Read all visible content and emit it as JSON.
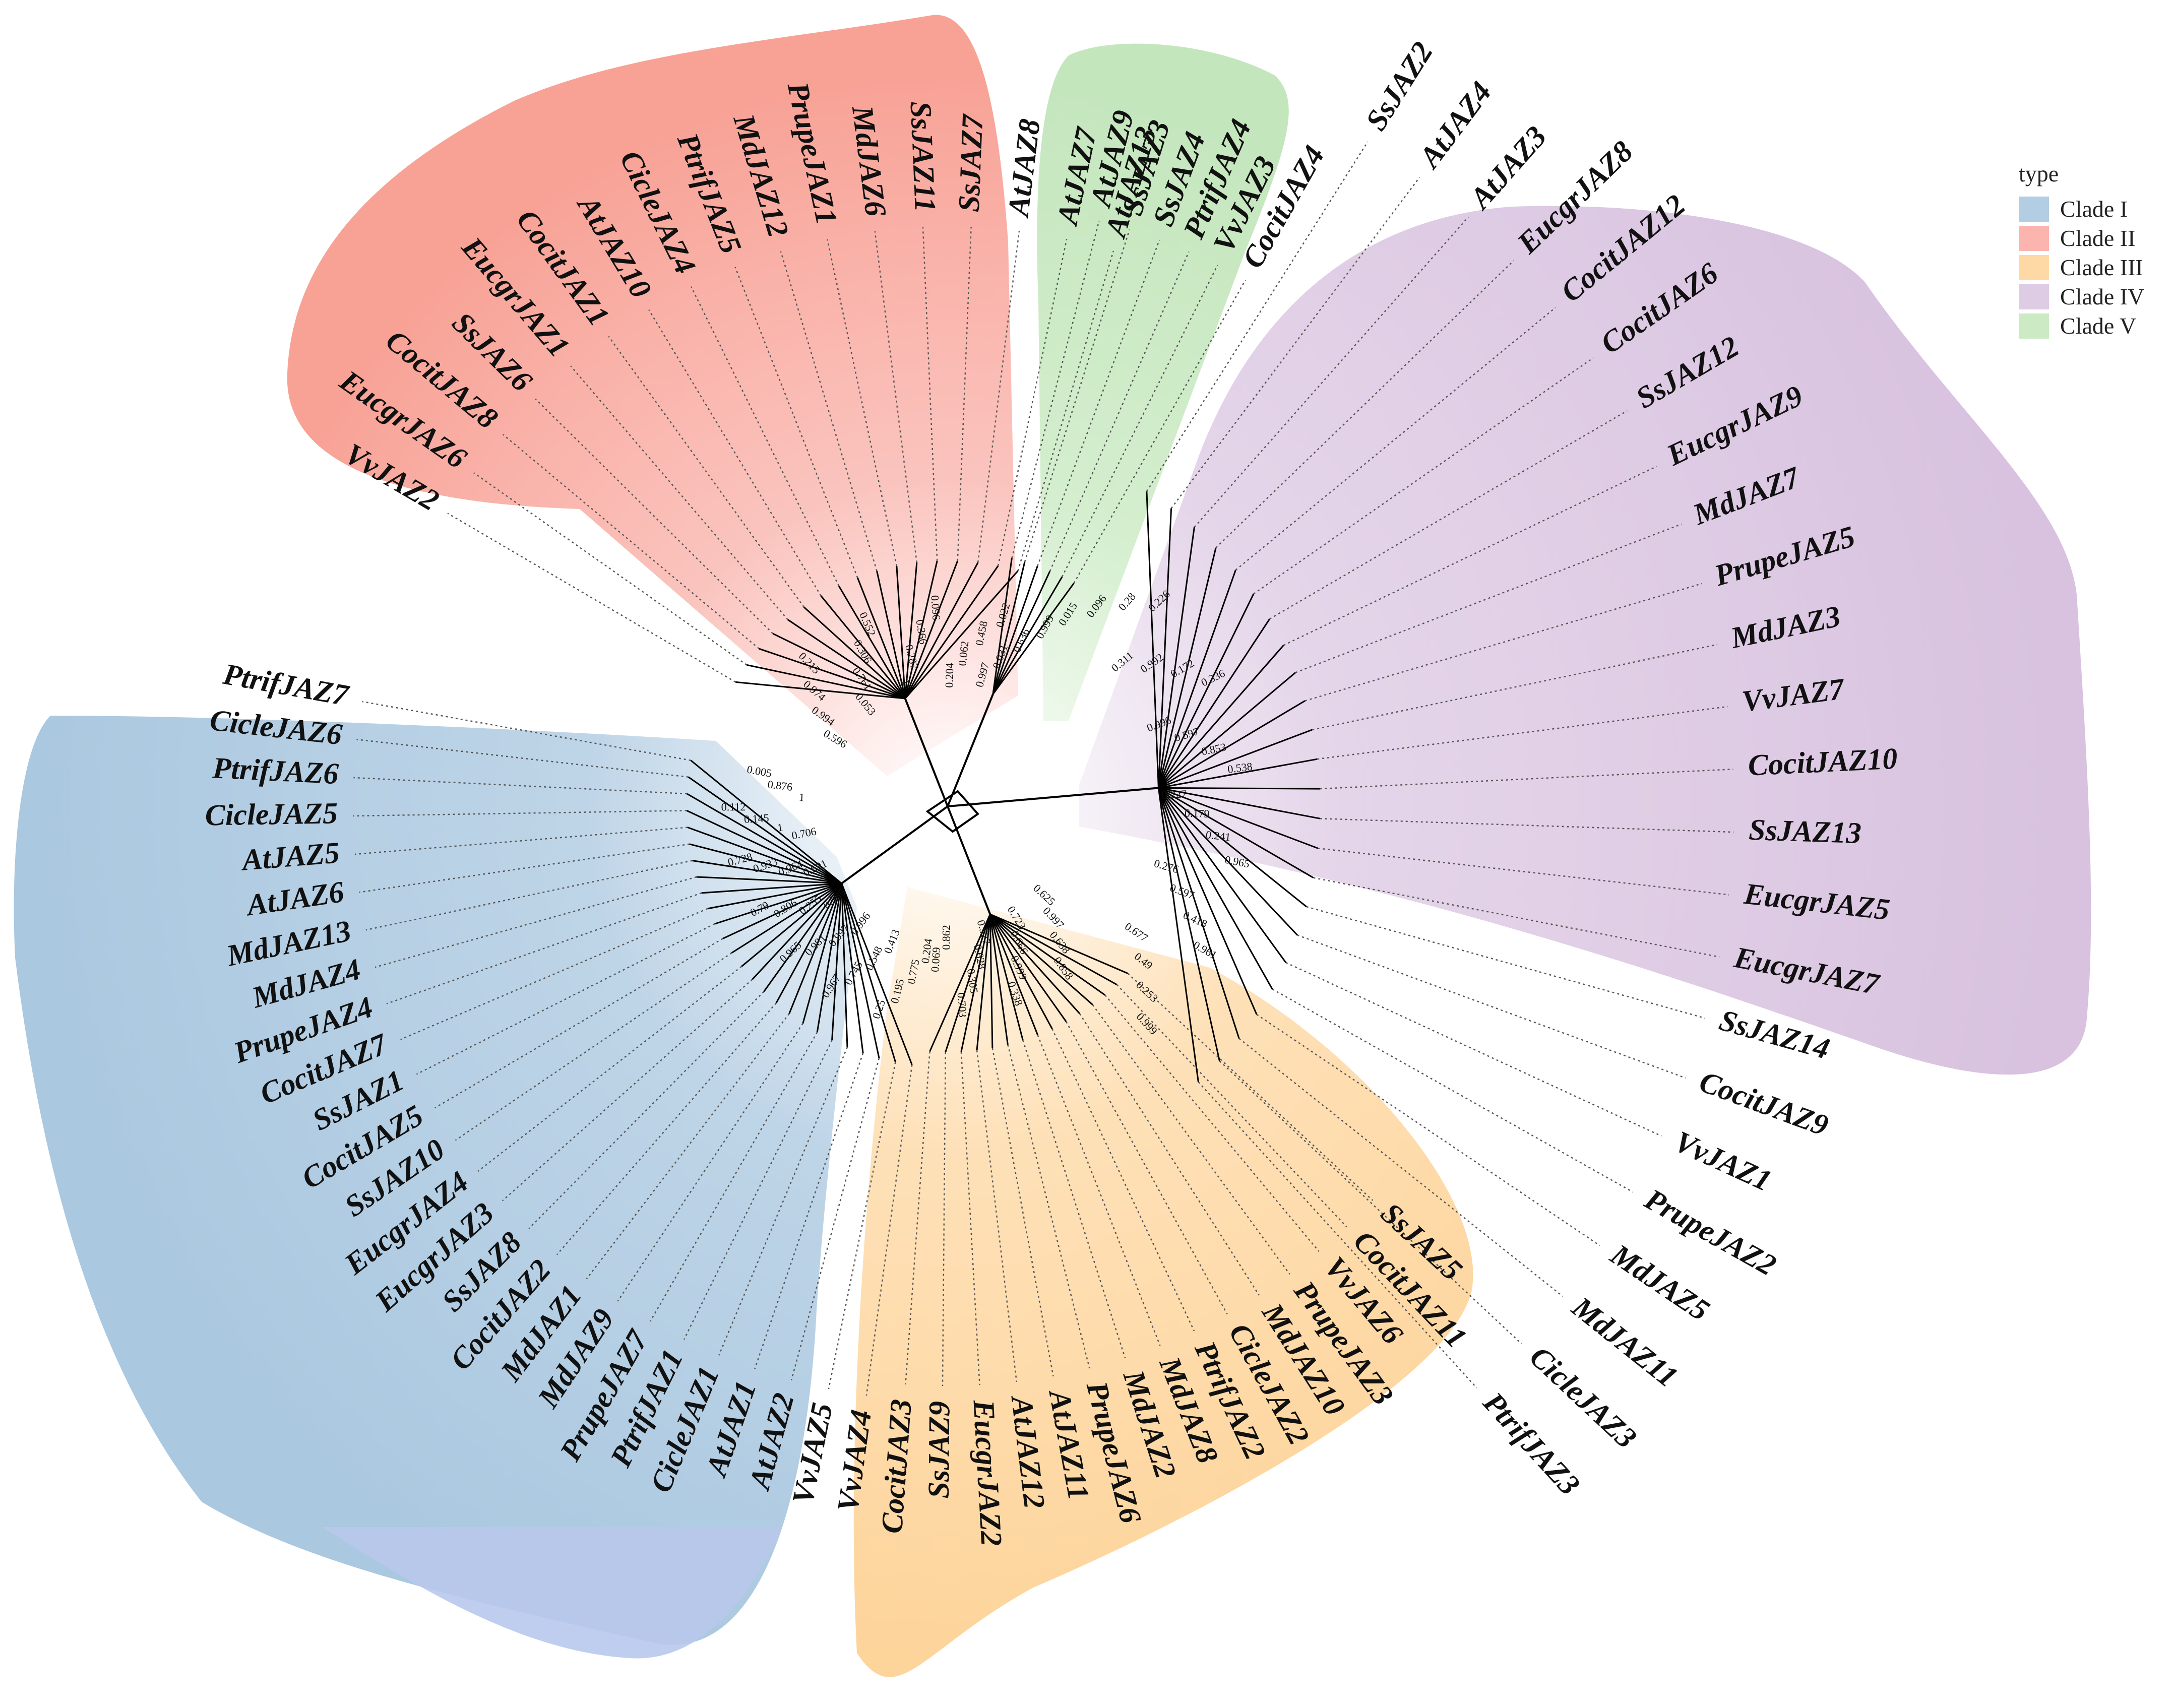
{
  "legend": {
    "title": "type",
    "items": [
      {
        "label": "Clade I",
        "color": "#b3cde3"
      },
      {
        "label": "Clade II",
        "color": "#fbb4ae"
      },
      {
        "label": "Clade III",
        "color": "#fed9a6"
      },
      {
        "label": "Clade IV",
        "color": "#decbe4"
      },
      {
        "label": "Clade V",
        "color": "#ccebc5"
      }
    ]
  },
  "clades": [
    {
      "name": "Clade II",
      "color": "#f8a8a0",
      "leaves": [
        "VvJAZ2",
        "EucgrJAZ6",
        "CocitJAZ8",
        "SsJAZ6",
        "EucgrJAZ1",
        "CocitJAZ1",
        "AtJAZ10",
        "CicleJAZ4",
        "PtrifJAZ5",
        "MdJAZ12",
        "PrupeJAZ1",
        "MdJAZ6",
        "SsJAZ11",
        "SsJAZ7",
        "AtJAZ8",
        "AtJAZ7",
        "AtJAZ13"
      ],
      "bootstrap": [
        "0.596",
        "0.994",
        "0.974",
        "0.215",
        "0.053",
        "0.761",
        "0.306",
        "0.552",
        "1",
        "0.287",
        "0.366",
        "0.096",
        "0.204",
        "0.062",
        "0.458",
        "0.022"
      ]
    },
    {
      "name": "Clade V",
      "color": "#c7e9c0",
      "leaves": [
        "AtJAZ9",
        "SsJAZ3",
        "SsJAZ4",
        "PtrifJAZ4",
        "VvJAZ3",
        "CocitJAZ4"
      ],
      "bootstrap": [
        "0.997",
        "0.031",
        "0.636",
        "0.999"
      ]
    },
    {
      "name": "Clade IV",
      "color": "#dcc8e2",
      "leaves": [
        "SsJAZ2",
        "AtJAZ4",
        "AtJAZ3",
        "EucgrJAZ8",
        "CocitJAZ12",
        "CocitJAZ6",
        "SsJAZ12",
        "EucgrJAZ9",
        "MdJAZ7",
        "PrupeJAZ5",
        "MdJAZ3",
        "VvJAZ7",
        "CocitJAZ10",
        "SsJAZ13",
        "EucgrJAZ5",
        "EucgrJAZ7",
        "SsJAZ14",
        "CocitJAZ9",
        "VvJAZ1",
        "PrupeJAZ2",
        "MdJAZ5",
        "MdJAZ11",
        "CicleJAZ3",
        "PtrifJAZ3"
      ],
      "bootstrap": [
        "0.015",
        "0.096",
        "0.28",
        "0.226",
        "0.311",
        "0.992",
        "0.172",
        "0.336",
        "0.996",
        "0.597",
        "0.853",
        "0.538",
        "0.227",
        "0.179",
        "0.241",
        "0.965",
        "0.276",
        "0.597",
        "0.418",
        "0.961",
        "0.677",
        "0.49",
        "0.253",
        "0.999"
      ]
    },
    {
      "name": "Clade III",
      "color": "#fdd49e",
      "leaves": [
        "SsJAZ5",
        "CocitJAZ11",
        "VvJAZ6",
        "PrupeJAZ3",
        "MdJAZ10",
        "CicleJAZ2",
        "PtrifJAZ2",
        "MdJAZ8",
        "MdJAZ2",
        "PrupeJAZ6",
        "AtJAZ11",
        "AtJAZ12",
        "EucgrJAZ2",
        "SsJAZ9",
        "CocitJAZ3"
      ],
      "bootstrap": [
        "0.625",
        "0.997",
        "0.638",
        "0.858",
        "0.723",
        "0.666",
        "0.999",
        "0.338",
        "0.527",
        "0.628",
        "0.305",
        "0.703",
        "0.862",
        "0.069"
      ]
    },
    {
      "name": "Clade I",
      "color": "#aecde3",
      "leaves": [
        "VvJAZ4",
        "VvJAZ5",
        "AtJAZ2",
        "AtJAZ1",
        "CicleJAZ1",
        "PtrifJAZ1",
        "PrupeJAZ7",
        "MdJAZ9",
        "MdJAZ1",
        "CocitJAZ2",
        "SsJAZ8",
        "EucgrJAZ3",
        "EucgrJAZ4",
        "SsJAZ10",
        "CocitJAZ5",
        "SsJAZ1",
        "CocitJAZ7",
        "PrupeJAZ4",
        "MdJAZ4",
        "MdJAZ13",
        "AtJAZ6",
        "AtJAZ5",
        "CicleJAZ5",
        "PtrifJAZ6",
        "CicleJAZ6",
        "PtrifJAZ7"
      ],
      "bootstrap": [
        "0.204",
        "0.775",
        "0.195",
        "0.25",
        "0.413",
        "0.548",
        "0.745",
        "0.967",
        "0.996",
        "0.997",
        "0.981",
        "0.965",
        "0.985",
        "0.255",
        "0.806",
        "0.79",
        "0.691",
        "0.964",
        "0.933",
        "0.728",
        "0.706",
        "1",
        "0.145",
        "0.112",
        "1",
        "0.876",
        "0.005"
      ]
    }
  ]
}
